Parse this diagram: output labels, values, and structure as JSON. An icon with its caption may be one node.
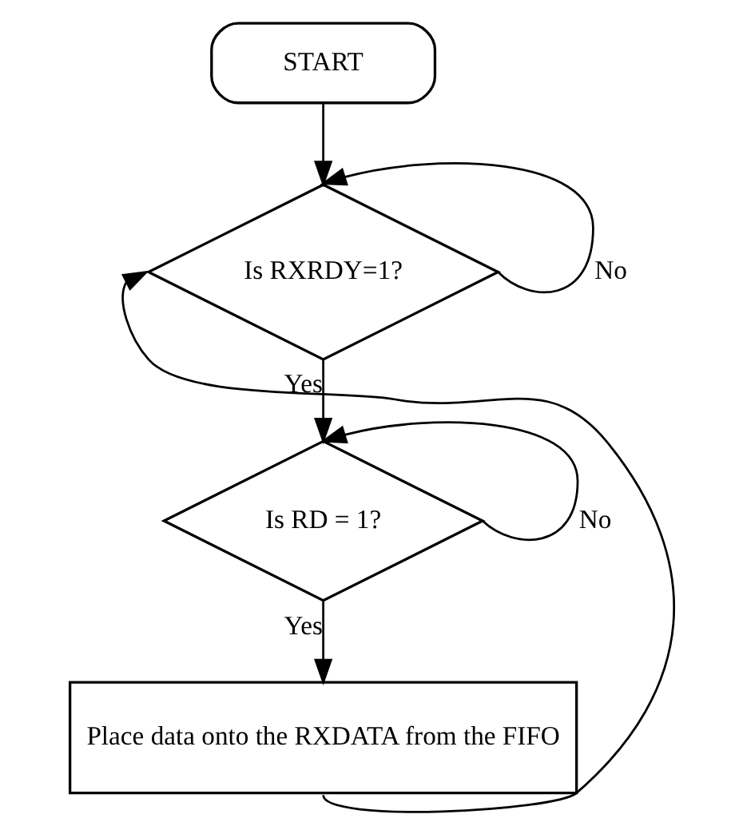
{
  "diagram": {
    "nodes": [
      {
        "text": [
          "START"
        ]
      },
      {
        "text": [
          "Is RXRDY=1?"
        ]
      },
      {
        "text": [
          "Is RD = 1?"
        ]
      },
      {
        "text": [
          "Place data onto the RXDATA from the FIFO"
        ]
      }
    ],
    "edges": [
      {
        "from": 0,
        "to": 1,
        "arrow": "to"
      },
      {
        "from": 1,
        "to": 1,
        "arrow": "to",
        "label": "No"
      },
      {
        "from": 1,
        "to": 2,
        "arrow": "to",
        "label": "Yes"
      },
      {
        "from": 2,
        "to": 2,
        "arrow": "to",
        "label": "No"
      },
      {
        "from": 2,
        "to": 3,
        "arrow": "to",
        "label": "Yes"
      },
      {
        "from": 3,
        "to": 1,
        "arrow": "to"
      }
    ]
  }
}
